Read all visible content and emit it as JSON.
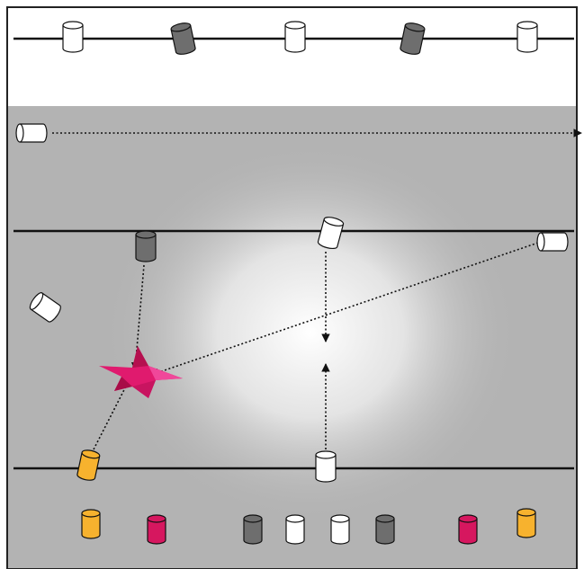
{
  "diagram": {
    "kind": "stage lighting plot",
    "labels": [],
    "colors": {
      "frame": "#222222",
      "stage_floor": "#b3b3b3",
      "stage_glow": "#ffffff",
      "pipe": "#111111",
      "fixture_white": "#ffffff",
      "fixture_gray": "#6e6e6e",
      "fixture_amber": "#f7b22e",
      "fixture_magenta": "#d6175f",
      "subject": "#e01a6e",
      "beam_path": "#111111"
    }
  },
  "fixtures": {
    "top_pipe": [
      "fixture_white",
      "fixture_gray",
      "fixture_white",
      "fixture_gray",
      "fixture_white"
    ],
    "bottom_row": [
      "fixture_amber",
      "fixture_magenta",
      "fixture_gray",
      "fixture_white",
      "fixture_white",
      "fixture_gray",
      "fixture_magenta",
      "fixture_amber"
    ]
  },
  "icons": {
    "subject": "folded-paper-star-icon",
    "fixture": "cylinder-spotlight-icon"
  }
}
